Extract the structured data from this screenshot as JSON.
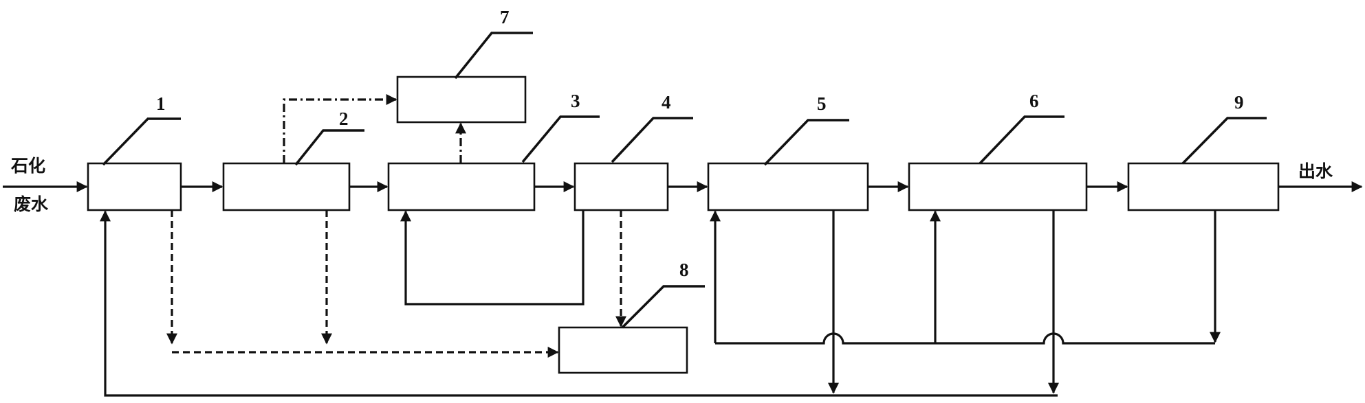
{
  "units": [
    {
      "id": "unit-1",
      "number": "1"
    },
    {
      "id": "unit-2",
      "number": "2"
    },
    {
      "id": "unit-3",
      "number": "3"
    },
    {
      "id": "unit-4",
      "number": "4"
    },
    {
      "id": "unit-5",
      "number": "5"
    },
    {
      "id": "unit-6",
      "number": "6"
    },
    {
      "id": "unit-7",
      "number": "7"
    },
    {
      "id": "unit-8",
      "number": "8"
    },
    {
      "id": "unit-9",
      "number": "9"
    }
  ],
  "inlet_label": [
    "石化",
    "废水"
  ],
  "outlet_label": "出水"
}
